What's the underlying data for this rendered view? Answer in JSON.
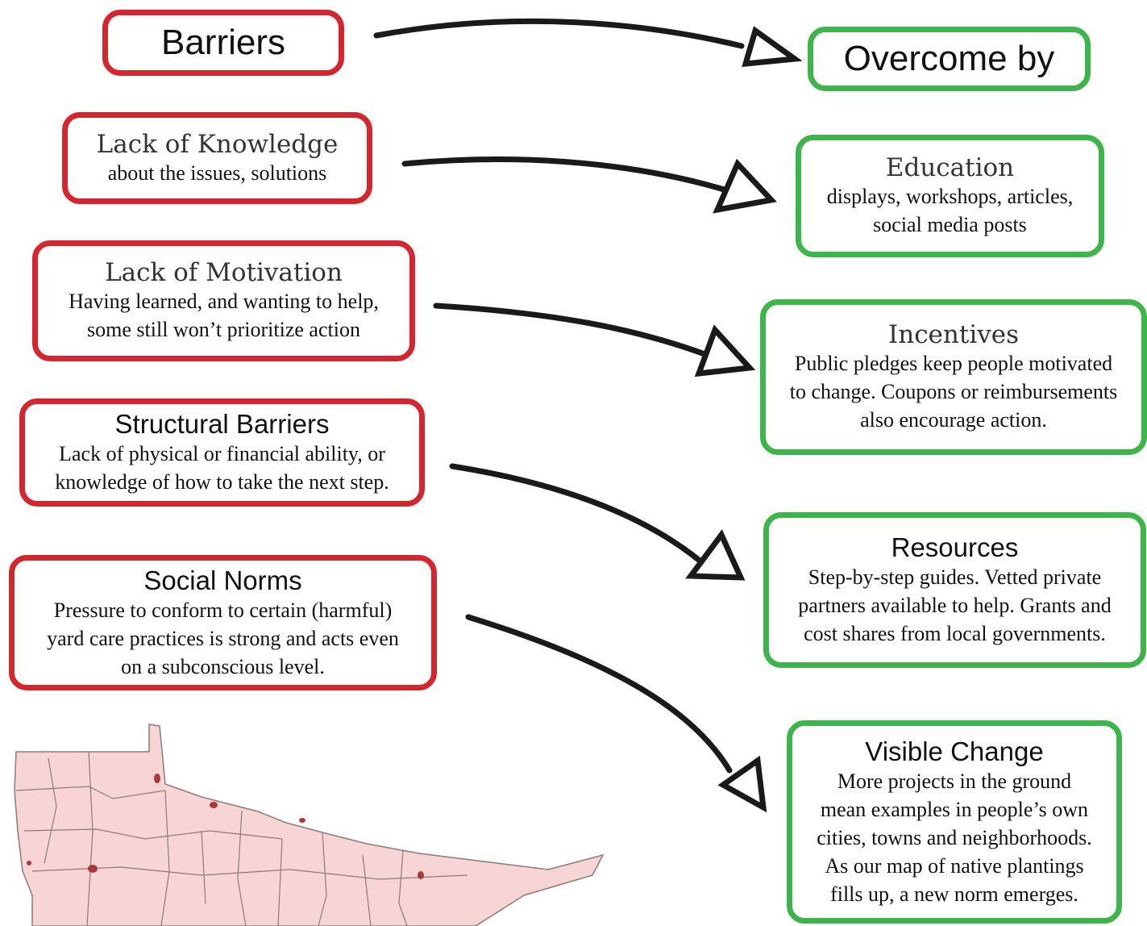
{
  "headers": {
    "barriers": "Barriers",
    "overcome": "Overcome by"
  },
  "barriers": [
    {
      "title": "Lack of Knowledge",
      "lines": [
        "about the issues, solutions"
      ]
    },
    {
      "title": "Lack of Motivation",
      "lines": [
        "Having learned, and wanting to help,",
        "some still won’t prioritize action"
      ]
    },
    {
      "title": "Structural Barriers",
      "lines": [
        "Lack of physical or financial ability, or",
        "knowledge of how to take the next step."
      ]
    },
    {
      "title": "Social Norms",
      "lines": [
        "Pressure to conform to certain (harmful)",
        "yard care practices is strong and acts even",
        "on a subconscious level."
      ]
    }
  ],
  "solutions": [
    {
      "title": "Education",
      "lines": [
        "displays, workshops, articles,",
        "social media posts"
      ]
    },
    {
      "title": "Incentives",
      "lines": [
        "Public pledges keep people motivated",
        "to change. Coupons or reimbursements",
        "also encourage action."
      ]
    },
    {
      "title": "Resources",
      "lines": [
        "Step-by-step guides. Vetted private",
        "partners available to help. Grants and",
        "cost shares from local governments."
      ]
    },
    {
      "title": "Visible Change",
      "lines": [
        "More projects in the ground",
        "mean examples in people’s own",
        "cities, towns and neighborhoods.",
        "As our map of native plantings",
        "fills up, a new norm emerges."
      ]
    }
  ],
  "colors": {
    "barrier_border": "#d3262e",
    "solution_border": "#3db54a",
    "map_fill": "#f8d5d5",
    "map_lines": "#8a7a7a",
    "map_spots": "#a83a3a"
  }
}
